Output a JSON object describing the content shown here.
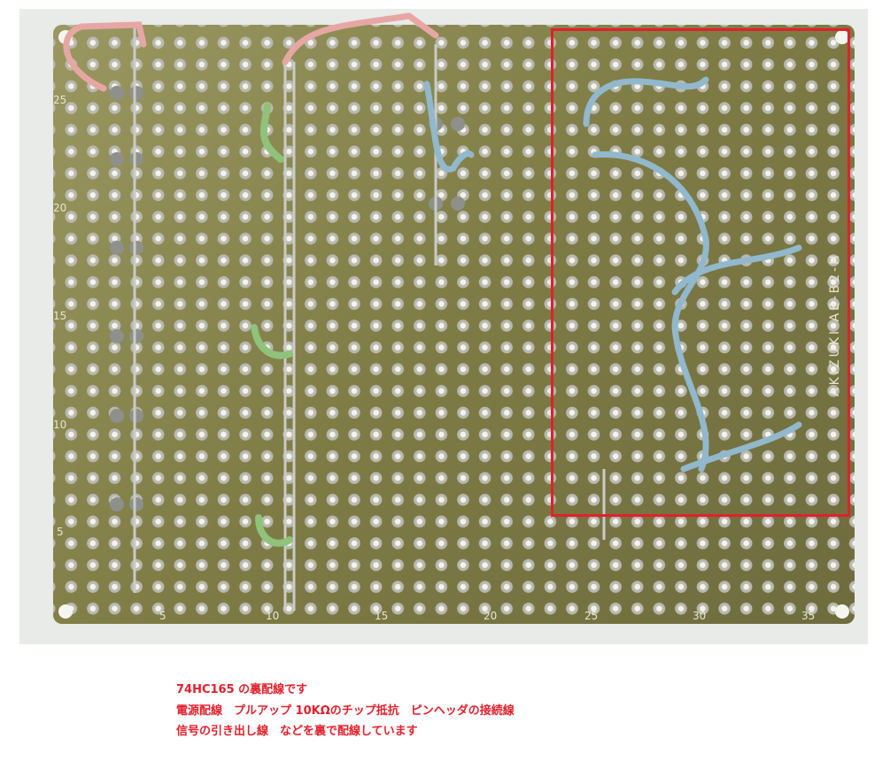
{
  "photo": {
    "board_marking": "AKIZUKI AE-B2-H",
    "column_labels": [
      "5",
      "10",
      "15",
      "20",
      "25",
      "30",
      "35"
    ],
    "row_labels": [
      "25",
      "20",
      "15",
      "10",
      "5"
    ],
    "highlight_color": "#e2202c"
  },
  "caption": {
    "lines": [
      "74HC165 の裏配線です",
      "電源配線　プルアップ 10KΩのチップ抵抗　ピンヘッダの接続線",
      "信号の引き出し線　などを裏で配線しています"
    ],
    "color": "#e2202c"
  }
}
